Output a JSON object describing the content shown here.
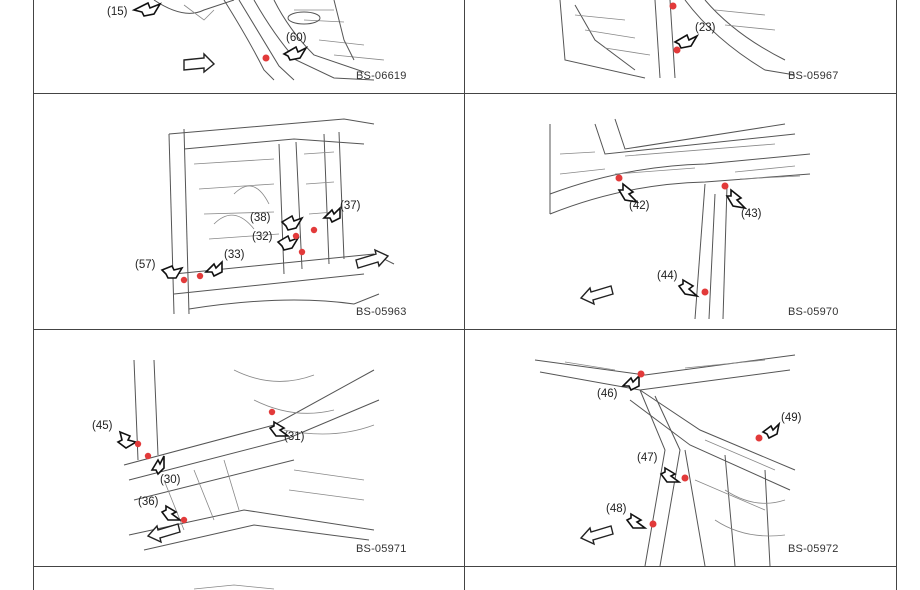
{
  "panels": [
    {
      "code": "BS-06619",
      "callouts": [
        "(15)",
        "(60)"
      ]
    },
    {
      "code": "BS-05967",
      "callouts": [
        "(23)"
      ]
    },
    {
      "code": "BS-05963",
      "callouts": [
        "(38)",
        "(37)",
        "(32)",
        "(57)",
        "(33)"
      ]
    },
    {
      "code": "BS-05970",
      "callouts": [
        "(42)",
        "(43)",
        "(44)"
      ]
    },
    {
      "code": "BS-05971",
      "callouts": [
        "(45)",
        "(31)",
        "(30)",
        "(36)"
      ]
    },
    {
      "code": "BS-05972",
      "callouts": [
        "(46)",
        "(49)",
        "(47)",
        "(48)"
      ]
    }
  ],
  "colors": {
    "spot": "#e23a3a",
    "line": "#444444"
  }
}
